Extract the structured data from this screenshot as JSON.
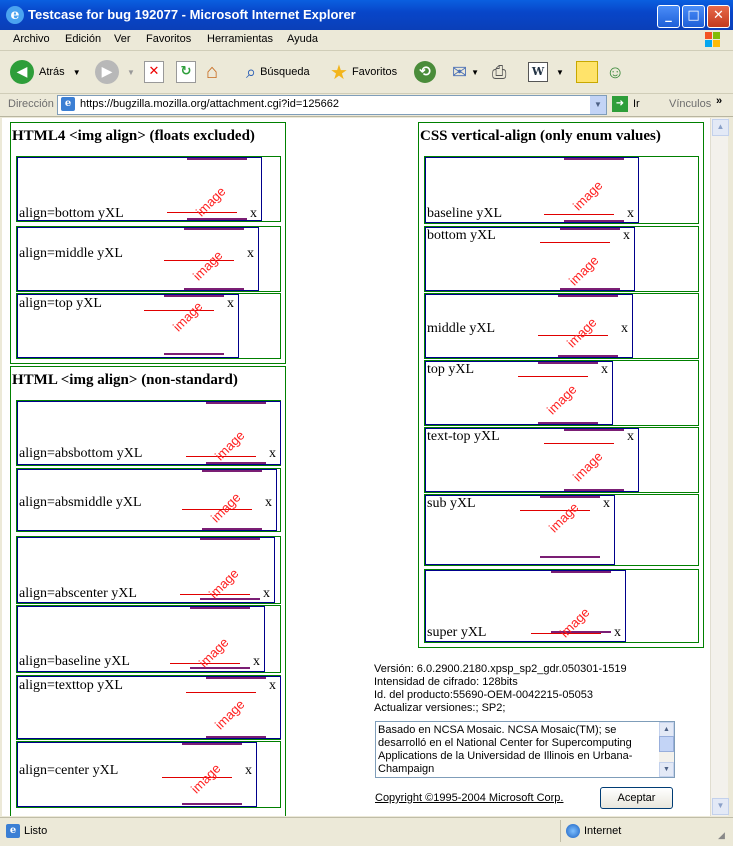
{
  "window": {
    "title": "Testcase for bug 192077 - Microsoft Internet Explorer"
  },
  "menu": [
    "Archivo",
    "Edición",
    "Ver",
    "Favoritos",
    "Herramientas",
    "Ayuda"
  ],
  "toolbar": {
    "back_label": "Atrás",
    "search_label": "Búsqueda",
    "favorites_label": "Favoritos"
  },
  "address": {
    "label": "Dirección",
    "url": "https://bugzilla.mozilla.org/attachment.cgi?id=125662",
    "go_label": "Ir",
    "links_label": "Vínculos"
  },
  "left_section1": {
    "title": "HTML4 <img align> (floats excluded)",
    "cases": [
      {
        "label": "align=bottom yXL",
        "trail": "x"
      },
      {
        "label": "align=middle yXL",
        "trail": "x"
      },
      {
        "label": "align=top yXL",
        "trail": "x"
      }
    ]
  },
  "left_section2": {
    "title": "HTML <img align> (non-standard)",
    "cases": [
      {
        "label": "align=absbottom yXL",
        "trail": "x"
      },
      {
        "label": "align=absmiddle yXL",
        "trail": "x"
      },
      {
        "label": "align=abscenter yXL",
        "trail": "x"
      },
      {
        "label": "align=baseline yXL",
        "trail": "x"
      },
      {
        "label": "align=texttop yXL",
        "trail": "x"
      },
      {
        "label": "align=center yXL",
        "trail": "x"
      }
    ]
  },
  "right_section": {
    "title": "CSS vertical-align (only enum values)",
    "cases": [
      {
        "label": "baseline yXL",
        "trail": "x"
      },
      {
        "label": "bottom yXL",
        "trail": "x"
      },
      {
        "label": "middle yXL",
        "trail": "x"
      },
      {
        "label": "top yXL",
        "trail": "x"
      },
      {
        "label": "text-top yXL",
        "trail": "x"
      },
      {
        "label": "sub yXL",
        "trail": "x"
      },
      {
        "label": "super yXL",
        "trail": "x"
      }
    ]
  },
  "image_word": "image",
  "about": {
    "version": "Versión: 6.0.2900.2180.xpsp_sp2_gdr.050301-1519",
    "cipher": "Intensidad de cifrado: 128bits",
    "product_id": "Id. del producto:55690-OEM-0042215-05053",
    "updates": "Actualizar versiones:; SP2;",
    "credits": "Basado en NCSA Mosaic. NCSA Mosaic(TM); se desarrolló en el National Center for Supercomputing Applications de la Universidad de Illinois en Urbana-Champaign",
    "copyright": "Copyright ©1995-2004 Microsoft Corp.",
    "ok_label": "Aceptar"
  },
  "status": {
    "left": "Listo",
    "zone": "Internet"
  }
}
